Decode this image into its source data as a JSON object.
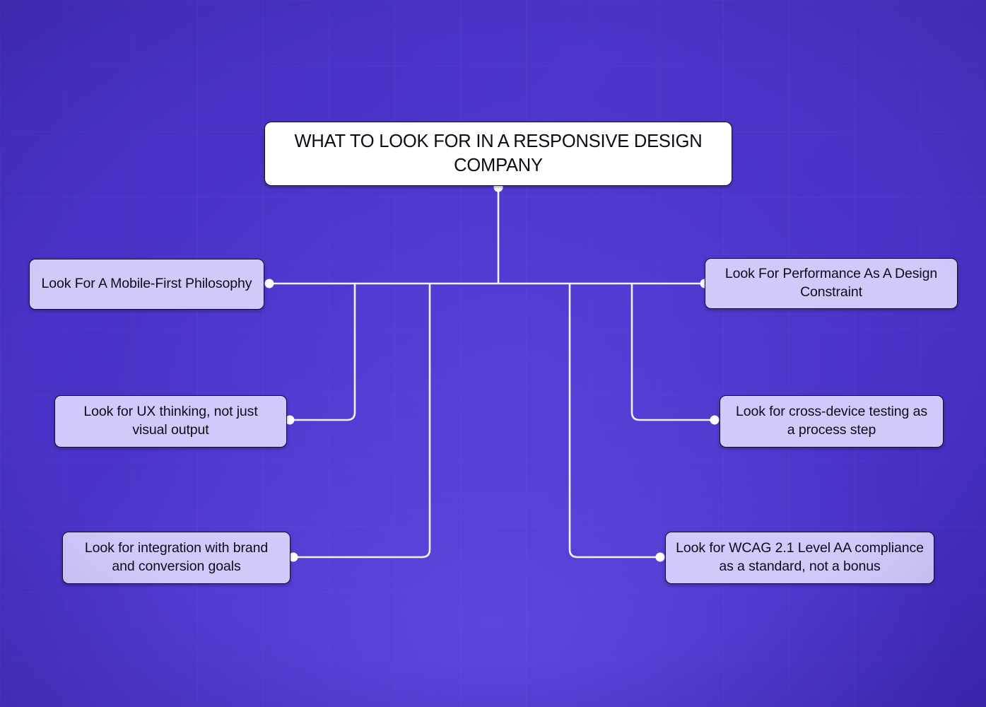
{
  "theme": {
    "background_color": "#4530c2",
    "background_accent_color": "#5340d6",
    "root_node_fill": "#ffffff",
    "branch_node_fill": "#d2c9fb",
    "node_border_color": "#15102e",
    "connector_color": "#f2f0fb",
    "text_color": "#0d0b1c"
  },
  "diagram": {
    "type": "mind-map",
    "root": {
      "id": "root",
      "label": "WHAT TO LOOK FOR IN A RESPONSIVE DESIGN COMPANY"
    },
    "branches": [
      {
        "id": "mobile-first",
        "label": "Look For A Mobile-First Philosophy",
        "side": "left",
        "order": 1
      },
      {
        "id": "ux-thinking",
        "label": "Look for UX thinking, not just visual output",
        "side": "left",
        "order": 2
      },
      {
        "id": "brand-goals",
        "label": "Look for integration with brand and conversion goals",
        "side": "left",
        "order": 3
      },
      {
        "id": "performance",
        "label": "Look For Performance As A Design Constraint",
        "side": "right",
        "order": 1
      },
      {
        "id": "cross-device",
        "label": "Look for cross-device testing as a process step",
        "side": "right",
        "order": 2
      },
      {
        "id": "wcag",
        "label": "Look for WCAG 2.1 Level AA compliance as a standard, not a bonus",
        "side": "right",
        "order": 3
      }
    ]
  }
}
